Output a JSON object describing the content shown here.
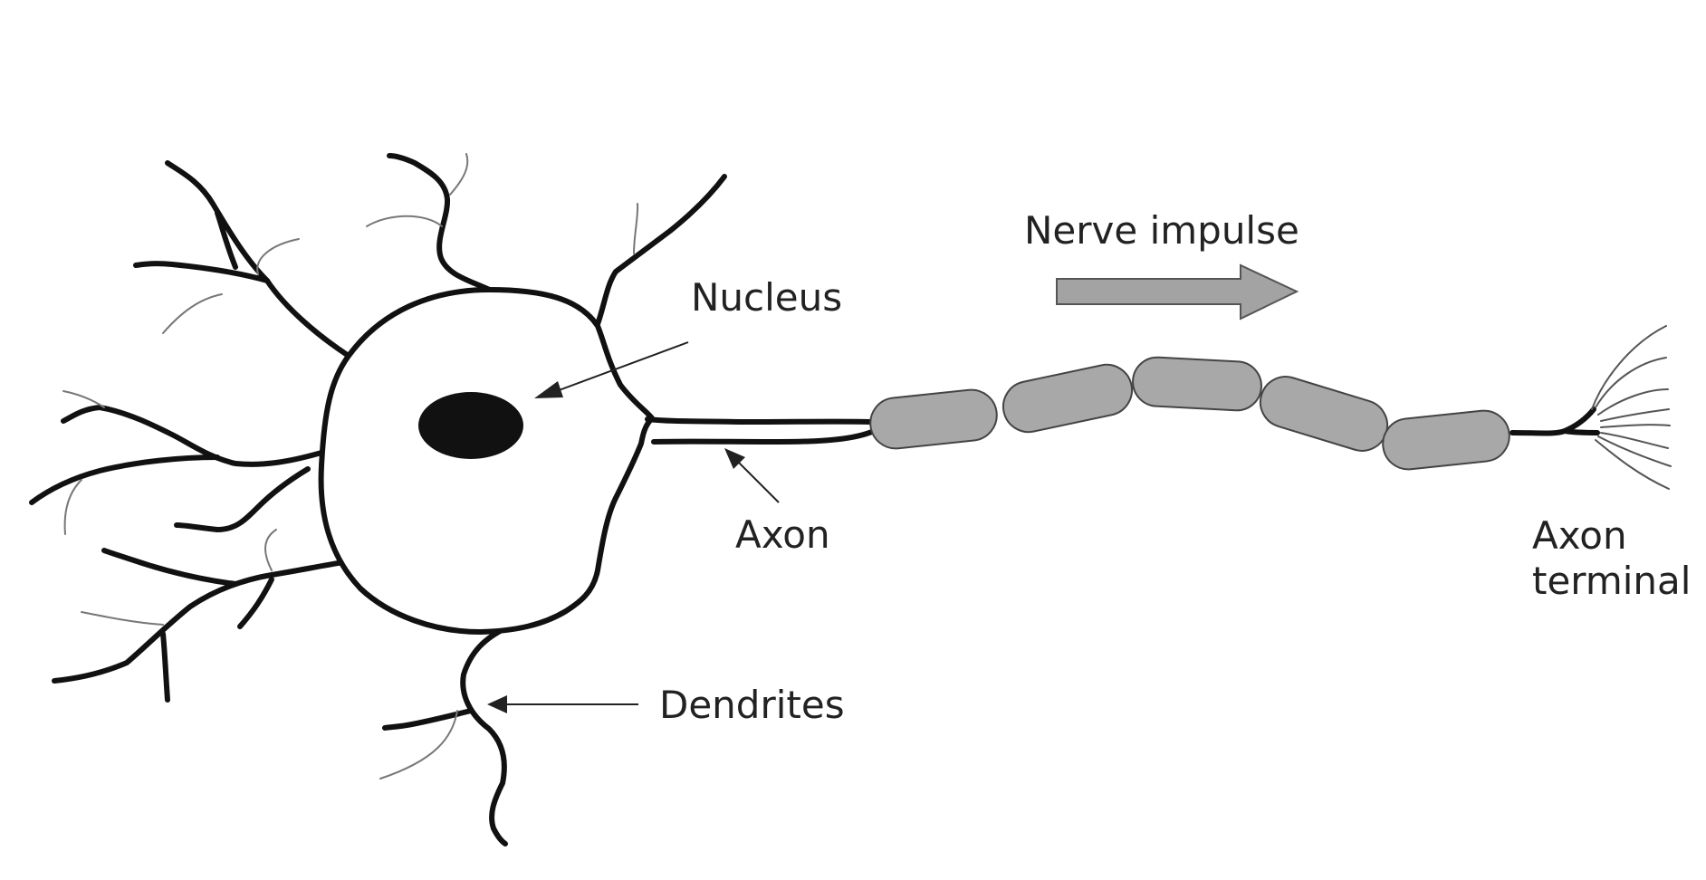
{
  "labels": {
    "nucleus": "Nucleus",
    "nerve_impulse": "Nerve impulse",
    "axon": "Axon",
    "axon_terminal_line1": "Axon",
    "axon_terminal_line2": "terminal",
    "dendrites": "Dendrites"
  },
  "colors": {
    "ink": "#111111",
    "label_text": "#222222",
    "thin_branch": "#777777",
    "myelin_fill": "#a8a8a8",
    "arrow_fill": "#a3a3a3",
    "background": "#ffffff"
  }
}
